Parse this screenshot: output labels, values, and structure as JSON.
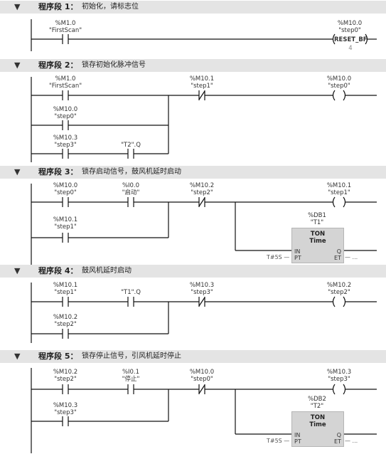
{
  "segments": [
    {
      "title": "程序段 1：",
      "comment": "初始化，请标志位",
      "tags": [
        {
          "addr": "%M1.0",
          "name": "\"FirstScan\""
        },
        {
          "addr": "%M10.0",
          "name": "\"step0\""
        }
      ],
      "coil_label": "RESET_BF",
      "coil_param": "4"
    },
    {
      "title": "程序段 2：",
      "comment": "锁存初始化脉冲信号",
      "tags": [
        {
          "addr": "%M1.0",
          "name": "\"FirstScan\""
        },
        {
          "addr": "%M10.1",
          "name": "\"step1\""
        },
        {
          "addr": "%M10.0",
          "name": "\"step0\""
        },
        {
          "addr": "%M10.0",
          "name": "\"step0\""
        },
        {
          "addr": "%M10.3",
          "name": "\"step3\""
        },
        {
          "addr": "",
          "name": "\"T2\".Q"
        }
      ]
    },
    {
      "title": "程序段 3：",
      "comment": "锁存启动信号，鼓风机延时启动",
      "tags": [
        {
          "addr": "%M10.0",
          "name": "\"step0\""
        },
        {
          "addr": "%I0.0",
          "name": "\"启动\""
        },
        {
          "addr": "%M10.2",
          "name": "\"step2\""
        },
        {
          "addr": "%M10.1",
          "name": "\"step1\""
        },
        {
          "addr": "%M10.1",
          "name": "\"step1\""
        },
        {
          "addr": "%DB1",
          "name": "\"T1\""
        }
      ],
      "timer": {
        "type": "TON",
        "unit": "Time",
        "pin_in": "IN",
        "pin_pt": "PT",
        "pin_q": "Q",
        "pin_et": "ET",
        "pt_value": "T#5S —",
        "et_value": "— ..."
      }
    },
    {
      "title": "程序段 4：",
      "comment": "鼓风机延时启动",
      "tags": [
        {
          "addr": "%M10.1",
          "name": "\"step1\""
        },
        {
          "addr": "",
          "name": "\"T1\".Q"
        },
        {
          "addr": "%M10.3",
          "name": "\"step3\""
        },
        {
          "addr": "%M10.2",
          "name": "\"step2\""
        },
        {
          "addr": "%M10.2",
          "name": "\"step2\""
        }
      ]
    },
    {
      "title": "程序段 5：",
      "comment": "锁存停止信号，引风机延时停止",
      "tags": [
        {
          "addr": "%M10.2",
          "name": "\"step2\""
        },
        {
          "addr": "%I0.1",
          "name": "\"停止\""
        },
        {
          "addr": "%M10.0",
          "name": "\"step0\""
        },
        {
          "addr": "%M10.3",
          "name": "\"step3\""
        },
        {
          "addr": "%M10.3",
          "name": "\"step3\""
        },
        {
          "addr": "%DB2",
          "name": "\"T2\""
        }
      ],
      "timer": {
        "type": "TON",
        "unit": "Time",
        "pin_in": "IN",
        "pin_pt": "PT",
        "pin_q": "Q",
        "pin_et": "ET",
        "pt_value": "T#5S —",
        "et_value": "— ..."
      }
    }
  ],
  "collapse_icon": "caret-down-icon",
  "colors": {
    "header_bg": "#e4e4e4",
    "box_bg": "#d4d4d4",
    "wire": "#111111"
  }
}
